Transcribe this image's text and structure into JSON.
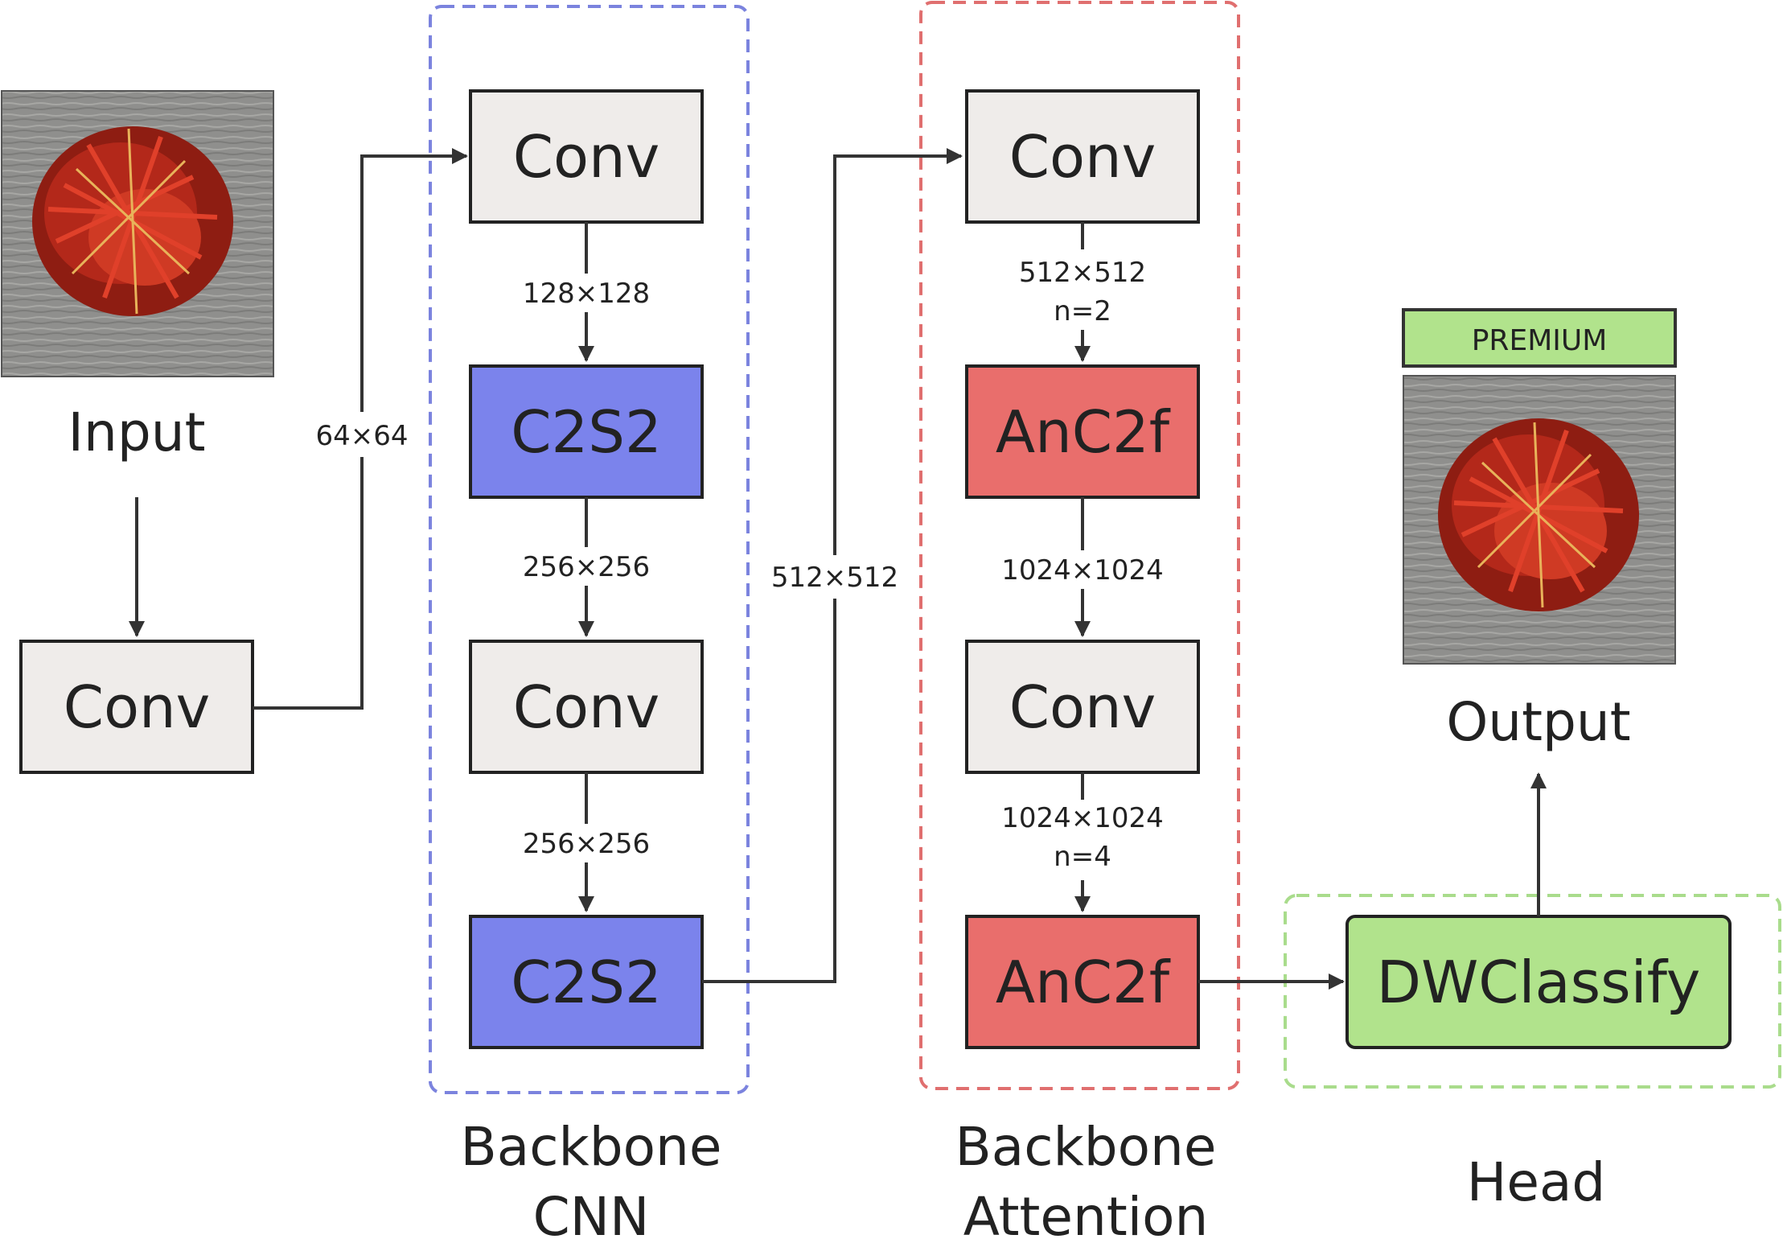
{
  "colors": {
    "conv_fill": "#efecea",
    "cnn_fill": "#7b83ec",
    "attention_fill": "#e96e6c",
    "head_fill": "#b1e38c",
    "cnn_border": "#7b83de",
    "attention_border": "#e06f6f",
    "head_border": "#a9dc8c",
    "saffron_dark": "#8e1d12",
    "saffron_light": "#e0402a",
    "wood_bg": "#8f8f8d"
  },
  "input": {
    "caption": "Input",
    "image_icon": "saffron-photo"
  },
  "stem": {
    "conv_label": "Conv",
    "dim_out": "64×64"
  },
  "groups": {
    "cnn": {
      "caption_line1": "Backbone",
      "caption_line2": "CNN",
      "blocks": [
        "Conv",
        "C2S2",
        "Conv",
        "C2S2"
      ],
      "dims": [
        "128×128",
        "256×256",
        "256×256"
      ],
      "dim_out": "512×512"
    },
    "attention": {
      "caption_line1": "Backbone",
      "caption_line2": "Attention",
      "blocks": [
        "Conv",
        "AnC2f",
        "Conv",
        "AnC2f"
      ],
      "dims": [
        {
          "line1": "512×512",
          "line2": "n=2"
        },
        {
          "line1": "1024×1024",
          "line2": ""
        },
        {
          "line1": "1024×1024",
          "line2": "n=4"
        }
      ]
    },
    "head": {
      "caption": "Head",
      "block": "DWClassify"
    }
  },
  "output": {
    "caption": "Output",
    "badge": "PREMIUM",
    "image_icon": "saffron-photo"
  }
}
